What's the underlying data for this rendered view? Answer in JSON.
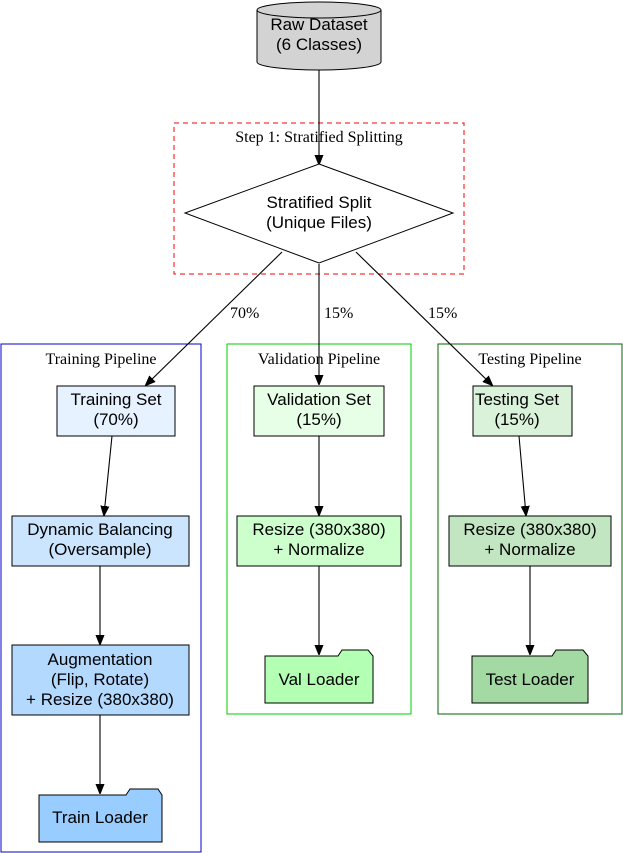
{
  "clusters": {
    "step1": {
      "label": "Step 1: Stratified Splitting",
      "border_color": "#ff0000"
    },
    "training": {
      "label": "Training Pipeline",
      "border_color": "#0000cc"
    },
    "validation": {
      "label": "Validation Pipeline",
      "border_color": "#00cc00"
    },
    "testing": {
      "label": "Testing Pipeline",
      "border_color": "#006400"
    }
  },
  "nodes": {
    "raw_dataset": {
      "line1": "Raw Dataset",
      "line2": "(6 Classes)",
      "fill": "#d3d3d3"
    },
    "split": {
      "line1": "Stratified Split",
      "line2": "(Unique Files)",
      "fill": "#ffffff"
    },
    "training_set": {
      "line1": "Training Set",
      "line2": "(70%)",
      "fill": "#e6f2ff"
    },
    "balancing": {
      "line1": "Dynamic Balancing",
      "line2": "(Oversample)",
      "fill": "#cce5ff"
    },
    "augmentation": {
      "line1": "Augmentation",
      "line2": "(Flip, Rotate)",
      "line3": "+ Resize (380x380)",
      "fill": "#b3d9ff"
    },
    "train_loader": {
      "label": "Train Loader",
      "fill": "#99ccff"
    },
    "validation_set": {
      "line1": "Validation Set",
      "line2": "(15%)",
      "fill": "#e6ffe6"
    },
    "val_resize": {
      "line1": "Resize (380x380)",
      "line2": "+ Normalize",
      "fill": "#ccffcc"
    },
    "val_loader": {
      "label": "Val Loader",
      "fill": "#b3ffb3"
    },
    "testing_set": {
      "line1": "Testing Set",
      "line2": "(15%)",
      "fill": "#d9f2d9"
    },
    "test_resize": {
      "line1": "Resize (380x380)",
      "line2": "+ Normalize",
      "fill": "#c2e6c2"
    },
    "test_loader": {
      "label": "Test Loader",
      "fill": "#a3d9a3"
    }
  },
  "edges": {
    "to_train": "70%",
    "to_val": "15%",
    "to_test": "15%"
  }
}
